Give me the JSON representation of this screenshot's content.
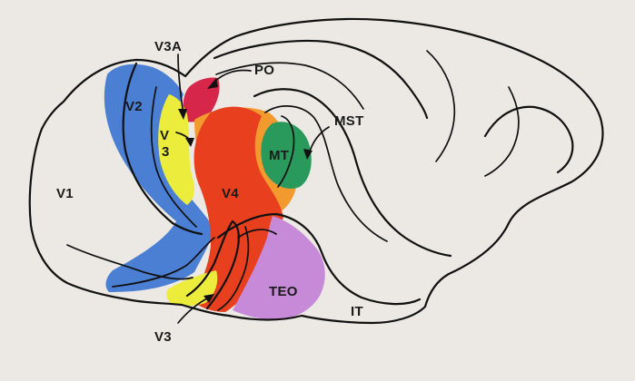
{
  "diagram": {
    "labels": {
      "v1": "V1",
      "v2": "V2",
      "v3a": "V3A",
      "v3_upper_a": "V",
      "v3_upper_b": "3",
      "po": "PO",
      "v4": "V4",
      "mt": "MT",
      "mst": "MST",
      "teo": "TEO",
      "it": "IT",
      "v3_lower": "V3"
    },
    "colors": {
      "background": "#ece9e4",
      "v2": "#4a7fd4",
      "v3": "#ecec3c",
      "v3a": "#d6264a",
      "v4": "#e8401e",
      "v4_rim": "#f29a2e",
      "mt": "#2a9a5c",
      "teo": "#c78ad8",
      "outline": "#111111"
    }
  }
}
